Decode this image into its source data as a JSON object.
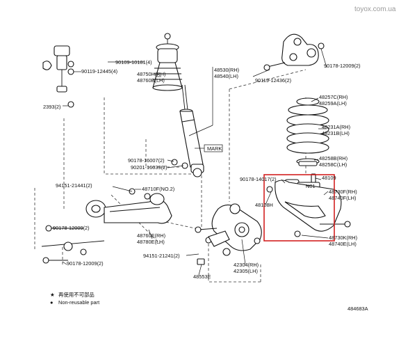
{
  "watermark": "toyox.com.ua",
  "diagram_id": "484683A",
  "legend": [
    {
      "symbol": "★",
      "text": "再使用不可部品"
    },
    {
      "symbol": "●",
      "text": "Non-reusable part"
    }
  ],
  "labels": {
    "p1": "90109-10181(4)",
    "p2": "90119-12445(4)",
    "p3": "2393(2)",
    "p4": "48750H(RH)",
    "p5": "48760B(LH)",
    "p6": "48530(RH)",
    "p7": "48540(LH)",
    "p8": "90119-12436(2)",
    "p9": "90178-12009(2)",
    "p10": "48257C(RH)",
    "p11": "48259A(LH)",
    "p12": "48231A(RH)",
    "p13": "48231B(LH)",
    "p14": "MARK",
    "p15": "90178-16007(2)",
    "p16": "90201-16039(2)",
    "p17": "48258B(RH)",
    "p18": "48258C(LH)",
    "p19": "94151-21441(2)",
    "p20": "48710F(NO.2)",
    "p21": "90178-14017(2)",
    "p22": "48109",
    "p23": "N01",
    "p24": "48730F(RH)",
    "p25": "48740F(LH)",
    "p26": "48108H",
    "p27": "90178-12009(2)",
    "p28": "48760E(RH)",
    "p29": "48780E(LH)",
    "p30": "90178-12009(2)",
    "p31": "94151-21241(2)",
    "p32": "42304(RH)",
    "p33": "42305(LH)",
    "p34": "48553E",
    "p35": "48730K(RH)",
    "p36": "48740E(LH)"
  }
}
